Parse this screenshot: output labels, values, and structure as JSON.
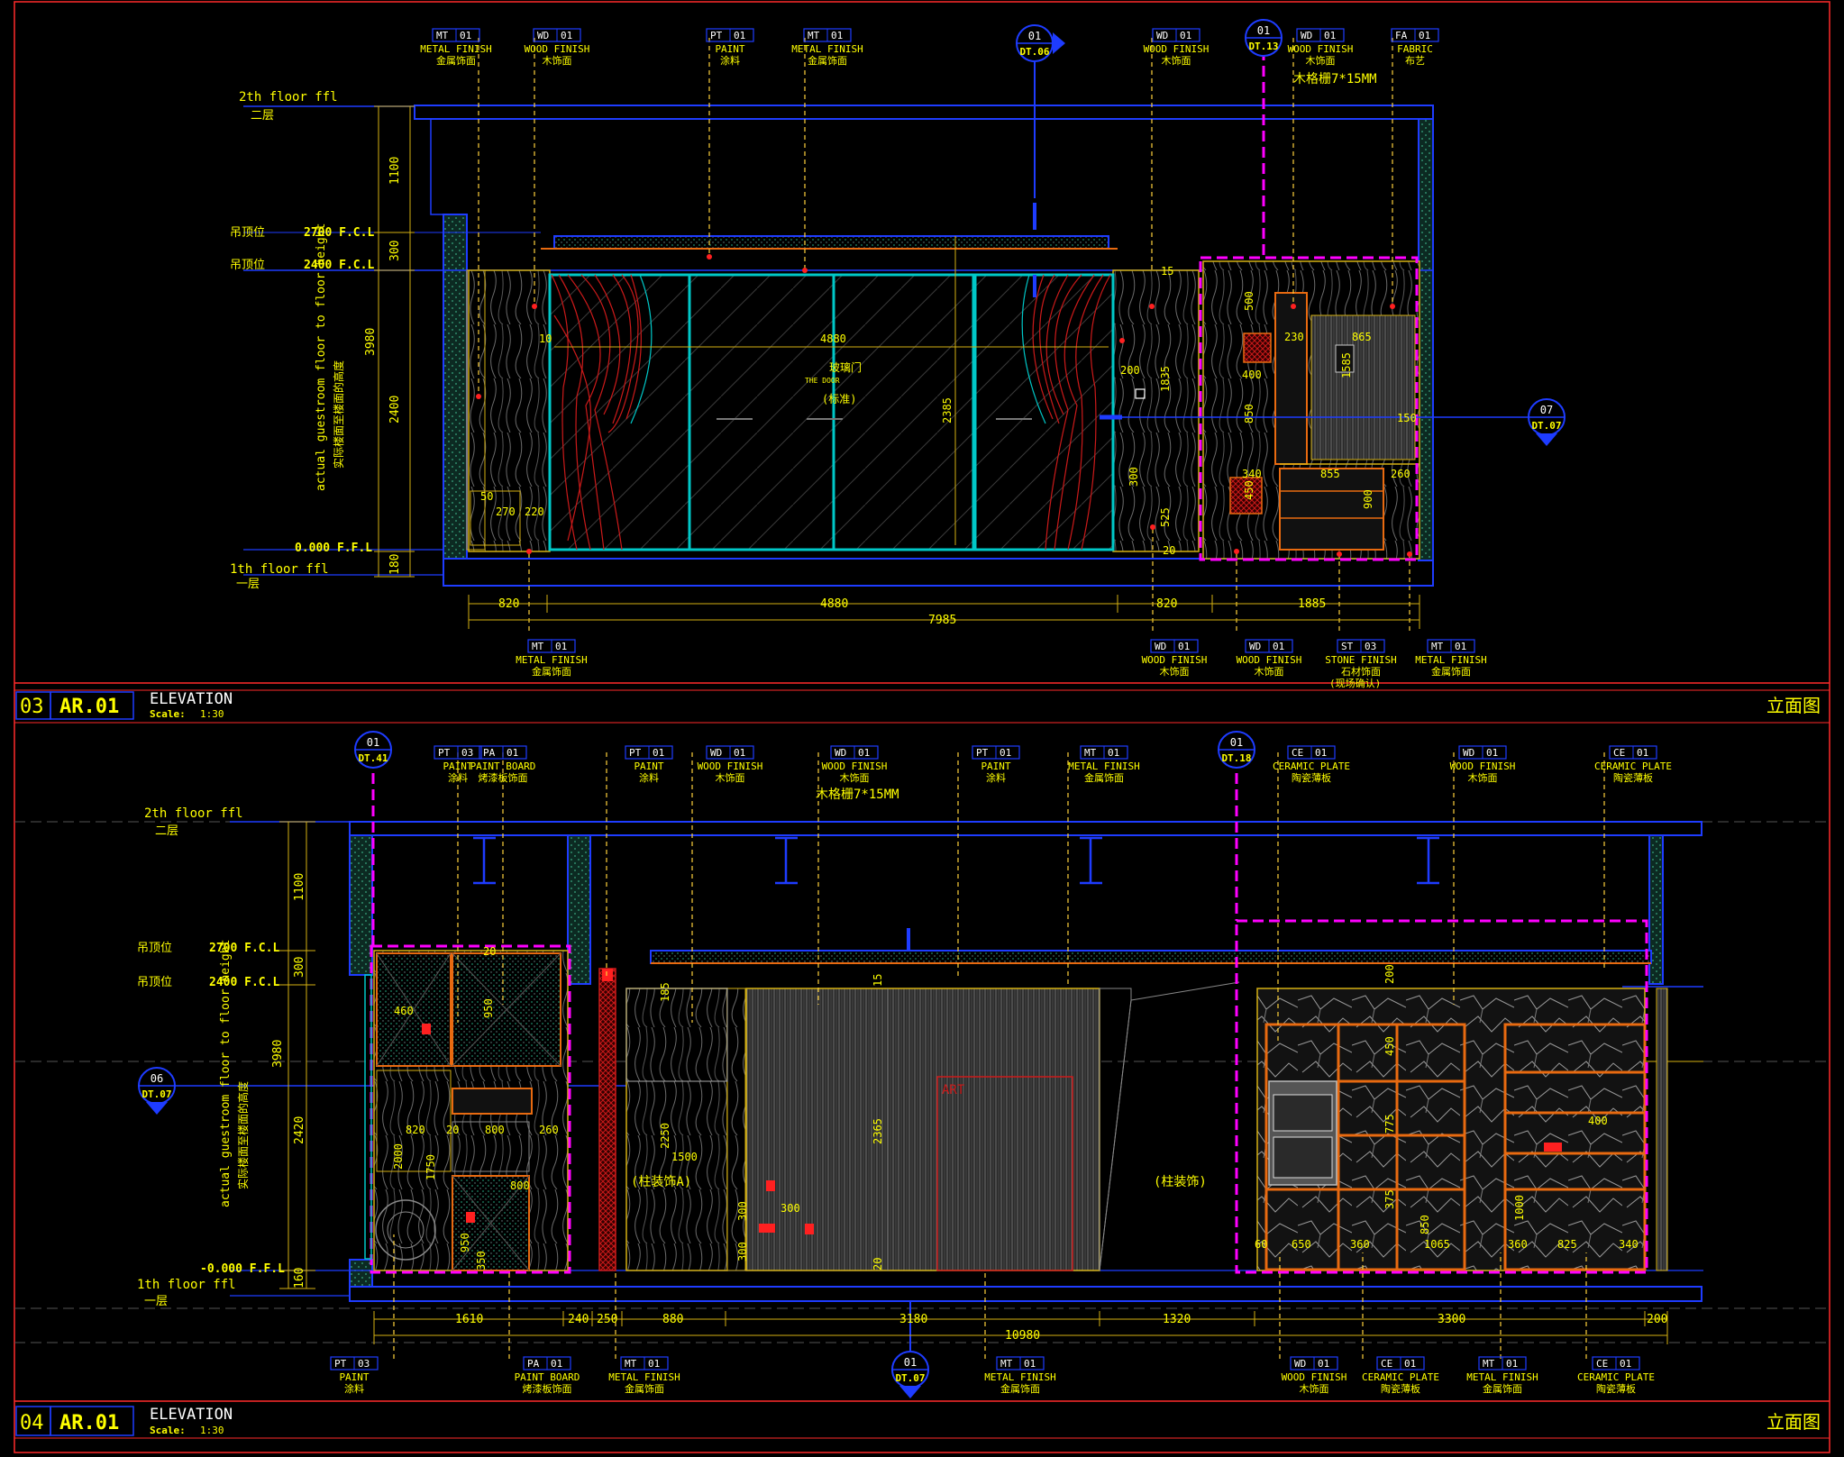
{
  "colors": {
    "background": "#000000",
    "frame": "#ff2a2a",
    "annotation": "#ffff00",
    "dimension": "#d4b012",
    "structure": "#1e3cff",
    "glass": "#00c8c8",
    "curtain": "#cc1a1a",
    "leader": "#ffd23c",
    "section": "#ff00ff",
    "wall_hatch": "#1f5c4a",
    "wood": "#8a8a8a",
    "orange": "#e86a10"
  },
  "elevation_03": {
    "number": "03",
    "sheet": "AR.01",
    "title": "ELEVATION",
    "scale_label": "Scale:",
    "scale_value": "1:30",
    "cn_title": "立面图",
    "level_2f_label": "2th floor ffl",
    "level_2f_cn": "二层",
    "level_1f_label": "1th floor ffl",
    "level_1f_cn": "一层",
    "ceiling_2700_cn": "吊顶位",
    "ceiling_2700": "2700 F.C.L",
    "ceiling_2400_cn": "吊顶位",
    "ceiling_2400": "2400 F.C.L",
    "ffl_0000": "0.000 F.F.L",
    "height_note": "actual guestroom floor to floor height",
    "height_note_cn": "实际楼面至楼面的高度",
    "dim_1100": "1100",
    "dim_300": "300",
    "dim_3980": "3980",
    "dim_2400": "2400",
    "dim_180": "180",
    "dim_820a": "820",
    "dim_4880": "4880",
    "dim_7985": "7985",
    "dim_820b": "820",
    "dim_1885": "1885",
    "inner_4880": "4880",
    "center_text1": "玻璃门",
    "center_text2": "THE DOOR",
    "center_text3": "(标准)",
    "misc": {
      "d10": "10",
      "d200": "200",
      "d15": "15",
      "d20": "20",
      "d2385": "2385",
      "d1835": "1835",
      "d300": "300",
      "d525": "525",
      "d500": "500",
      "d400": "400",
      "d850": "850",
      "d450": "450",
      "d230": "230",
      "d865": "865",
      "d1585": "1585",
      "d150": "150",
      "d340": "340",
      "d855": "855",
      "d260": "260",
      "d900": "900",
      "d50": "50",
      "d270": "270",
      "d220": "220"
    },
    "tags_top": [
      {
        "code": "MT",
        "num": "01",
        "en": "METAL FINISH",
        "cn": "金属饰面"
      },
      {
        "code": "WD",
        "num": "01",
        "en": "WOOD FINISH",
        "cn": "木饰面"
      },
      {
        "code": "PT",
        "num": "01",
        "en": "PAINT",
        "cn": "涂料"
      },
      {
        "code": "MT",
        "num": "01",
        "en": "METAL FINISH",
        "cn": "金属饰面"
      },
      {
        "code": "WD",
        "num": "01",
        "en": "WOOD FINISH",
        "cn": "木饰面"
      },
      {
        "code": "WD",
        "num": "01",
        "en": "WOOD FINISH",
        "cn": "木饰面"
      },
      {
        "code": "FA",
        "num": "01",
        "en": "FABRIC",
        "cn": "布艺"
      }
    ],
    "wd_note": "木格栅7*15MM",
    "tags_bottom": [
      {
        "code": "MT",
        "num": "01",
        "en": "METAL FINISH",
        "cn": "金属饰面"
      },
      {
        "code": "WD",
        "num": "01",
        "en": "WOOD FINISH",
        "cn": "木饰面"
      },
      {
        "code": "WD",
        "num": "01",
        "en": "WOOD FINISH",
        "cn": "木饰面"
      },
      {
        "code": "ST",
        "num": "03",
        "en": "STONE FINISH",
        "cn": "石材饰面"
      },
      {
        "code": "MT",
        "num": "01",
        "en": "METAL FINISH",
        "cn": "金属饰面"
      }
    ],
    "st_note": "(现场确认)",
    "markers": [
      {
        "num": "01",
        "ref": "DT.06"
      },
      {
        "num": "01",
        "ref": "DT.13"
      },
      {
        "num": "07",
        "ref": "DT.07"
      }
    ]
  },
  "elevation_04": {
    "number": "04",
    "sheet": "AR.01",
    "title": "ELEVATION",
    "scale_label": "Scale:",
    "scale_value": "1:30",
    "cn_title": "立面图",
    "level_2f_label": "2th floor ffl",
    "level_2f_cn": "二层",
    "level_1f_label": "1th floor ffl",
    "level_1f_cn": "一层",
    "ceiling_2700_cn": "吊顶位",
    "ceiling_2700": "2700 F.C.L",
    "ceiling_2400_cn": "吊顶位",
    "ceiling_2400": "2400 F.C.L",
    "ffl_0000": "-0.000 F.F.L",
    "height_note": "actual guestroom floor to floor height",
    "height_note_cn": "实际楼面至楼面的高度",
    "dim_1100": "1100",
    "dim_300": "300",
    "dim_3980": "3980",
    "dim_2420": "2420",
    "dim_160": "160",
    "bottom_dims": [
      "1610",
      "240",
      "250",
      "880",
      "3180",
      "1320",
      "3300",
      "200"
    ],
    "total": "10980",
    "art": "ART",
    "zone_a": "(柱装饰A)",
    "zone_b": "(柱装饰)",
    "misc": {
      "d460": "460",
      "d950": "950",
      "d20a": "20",
      "d820": "820",
      "d20b": "20",
      "d800a": "800",
      "d260": "260",
      "d2000": "2000",
      "d1750": "1750",
      "d800b": "800",
      "d950b": "950",
      "d350": "350",
      "d2250": "2250",
      "d1500": "1500",
      "d300a": "300",
      "d300b": "300",
      "d300c": "300",
      "d2365": "2365",
      "d20c": "20",
      "d15": "15",
      "d185": "185",
      "d200": "200",
      "d650": "650",
      "d360": "360",
      "d1065": "1065",
      "d360b": "360",
      "d825": "825",
      "d340": "340",
      "d60": "60",
      "d850": "850",
      "d1000": "1000",
      "d450": "450",
      "d375": "375",
      "d775": "775",
      "d400": "400"
    },
    "tags_top": [
      {
        "code": "PT",
        "num": "03",
        "en": "PAINT",
        "cn": "涂料"
      },
      {
        "code": "PA",
        "num": "01",
        "en": "PAINT BOARD",
        "cn": "烤漆板饰面"
      },
      {
        "code": "PT",
        "num": "01",
        "en": "PAINT",
        "cn": "涂料"
      },
      {
        "code": "WD",
        "num": "01",
        "en": "WOOD FINISH",
        "cn": "木饰面"
      },
      {
        "code": "WD",
        "num": "01",
        "en": "WOOD FINISH",
        "cn": "木饰面"
      },
      {
        "code": "PT",
        "num": "01",
        "en": "PAINT",
        "cn": "涂料"
      },
      {
        "code": "MT",
        "num": "01",
        "en": "METAL FINISH",
        "cn": "金属饰面"
      },
      {
        "code": "CE",
        "num": "01",
        "en": "CERAMIC PLATE",
        "cn": "陶瓷薄板"
      },
      {
        "code": "WD",
        "num": "01",
        "en": "WOOD FINISH",
        "cn": "木饰面"
      },
      {
        "code": "CE",
        "num": "01",
        "en": "CERAMIC PLATE",
        "cn": "陶瓷薄板"
      }
    ],
    "wd_note": "木格栅7*15MM",
    "tags_bottom": [
      {
        "code": "PT",
        "num": "03",
        "en": "PAINT",
        "cn": "涂料"
      },
      {
        "code": "PA",
        "num": "01",
        "en": "PAINT BOARD",
        "cn": "烤漆板饰面"
      },
      {
        "code": "MT",
        "num": "01",
        "en": "METAL FINISH",
        "cn": "金属饰面"
      },
      {
        "code": "MT",
        "num": "01",
        "en": "METAL FINISH",
        "cn": "金属饰面"
      },
      {
        "code": "WD",
        "num": "01",
        "en": "WOOD FINISH",
        "cn": "木饰面"
      },
      {
        "code": "CE",
        "num": "01",
        "en": "CERAMIC PLATE",
        "cn": "陶瓷薄板"
      },
      {
        "code": "MT",
        "num": "01",
        "en": "METAL FINISH",
        "cn": "金属饰面"
      },
      {
        "code": "CE",
        "num": "01",
        "en": "CERAMIC PLATE",
        "cn": "陶瓷薄板"
      }
    ],
    "markers": [
      {
        "num": "01",
        "ref": "DT.41"
      },
      {
        "num": "01",
        "ref": "DT.18"
      },
      {
        "num": "06",
        "ref": "DT.07"
      },
      {
        "num": "01",
        "ref": "DT.07"
      }
    ]
  }
}
